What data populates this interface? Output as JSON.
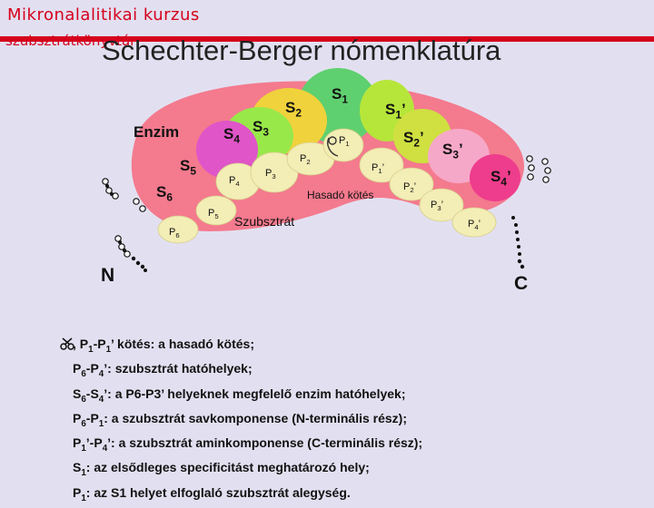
{
  "header": {
    "course": "Mikronalalitikai kurzus",
    "library": "szubsztrátkönyvtár",
    "title": "Schechter-Berger nómenklatúra"
  },
  "diagram": {
    "enzyme_label": "Enzim",
    "substrate_label": "Szubsztrát",
    "cleavage_label": "Hasadó kötés",
    "n_terminus": "N",
    "c_terminus": "C",
    "subsites": {
      "S1": {
        "main": "S",
        "sub": "1",
        "prime": ""
      },
      "S2": {
        "main": "S",
        "sub": "2",
        "prime": ""
      },
      "S3": {
        "main": "S",
        "sub": "3",
        "prime": ""
      },
      "S4": {
        "main": "S",
        "sub": "4",
        "prime": ""
      },
      "S5": {
        "main": "S",
        "sub": "5",
        "prime": ""
      },
      "S6": {
        "main": "S",
        "sub": "6",
        "prime": ""
      },
      "S1p": {
        "main": "S",
        "sub": "1",
        "prime": "’"
      },
      "S2p": {
        "main": "S",
        "sub": "2",
        "prime": "’"
      },
      "S3p": {
        "main": "S",
        "sub": "3",
        "prime": "’"
      },
      "S4p": {
        "main": "S",
        "sub": "4",
        "prime": "’"
      }
    },
    "residues": {
      "P1": {
        "main": "P",
        "sub": "1",
        "prime": ""
      },
      "P2": {
        "main": "P",
        "sub": "2",
        "prime": ""
      },
      "P3": {
        "main": "P",
        "sub": "3",
        "prime": ""
      },
      "P4": {
        "main": "P",
        "sub": "4",
        "prime": ""
      },
      "P5": {
        "main": "P",
        "sub": "5",
        "prime": ""
      },
      "P6": {
        "main": "P",
        "sub": "6",
        "prime": ""
      },
      "P1p": {
        "main": "P",
        "sub": "1",
        "prime": "’"
      },
      "P2p": {
        "main": "P",
        "sub": "2",
        "prime": "’"
      },
      "P3p": {
        "main": "P",
        "sub": "3",
        "prime": "’"
      },
      "P4p": {
        "main": "P",
        "sub": "4",
        "prime": "’"
      }
    },
    "colors": {
      "enzyme_body": "#f47a8e",
      "substrate": "#f3edb6",
      "S1": "#5fd06f",
      "S2": "#f0d23c",
      "S3": "#98e84a",
      "S4": "#e055c8",
      "S1p": "#b7e63a",
      "S2p": "#cfe040",
      "S3p": "#f6a8c8",
      "S4p": "#ee3d8c"
    }
  },
  "legend": [
    {
      "pre": ", ",
      "p1": "P",
      "s1": "1",
      "mid": "-P",
      "s2": "1",
      "post": "’ kötés: a hasadó kötés;"
    },
    {
      "pre": "",
      "p1": "P",
      "s1": "6",
      "mid": "-P",
      "s2": "4",
      "post": "’: szubsztrát hatóhelyek;"
    },
    {
      "pre": "",
      "p1": "S",
      "s1": "6",
      "mid": "-S",
      "s2": "4",
      "post": "’: a P6-P3’ helyeknek megfelelő enzim hatóhelyek;"
    },
    {
      "pre": "",
      "p1": "P",
      "s1": "6",
      "mid": "-P",
      "s2": "1",
      "post": ": a szubsztrát savkomponense (N-terminális rész);"
    },
    {
      "pre": "",
      "p1": "P",
      "s1": "1",
      "mid": "’-P",
      "s2": "4",
      "post": "’: a szubsztrát aminkomponense (C-terminális rész);"
    },
    {
      "pre": "",
      "p1": "S",
      "s1": "1",
      "mid": "",
      "s2": "",
      "post": ": az elsődleges specificitást meghatározó hely;"
    },
    {
      "pre": "",
      "p1": "P",
      "s1": "1",
      "mid": "",
      "s2": "",
      "post": ": az S1 helyet elfoglaló szubsztrát alegység."
    }
  ]
}
